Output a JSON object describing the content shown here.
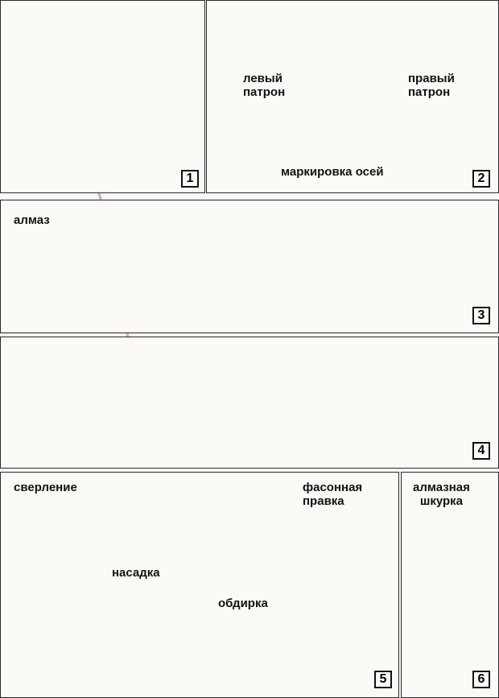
{
  "panels": {
    "p1": {
      "number": "1"
    },
    "p2": {
      "number": "2",
      "left_chuck": "левый\nпатрон",
      "right_chuck": "правый\nпатрон",
      "axis_marking": "маркировка осей"
    },
    "p3": {
      "number": "3",
      "diamond": "алмаз"
    },
    "p4": {
      "number": "4"
    },
    "p5": {
      "number": "5",
      "drilling": "сверление",
      "nozzle": "насадка",
      "roughing": "обдирка",
      "profile_dressing": "фасонная\nправка"
    },
    "p6": {
      "number": "6",
      "diamond_sandpaper": "алмазная\nшкурка"
    }
  },
  "colors": {
    "abrasive": "#d94a2c",
    "steel": "#9aa7a6",
    "frame": "#2a2a2a"
  }
}
